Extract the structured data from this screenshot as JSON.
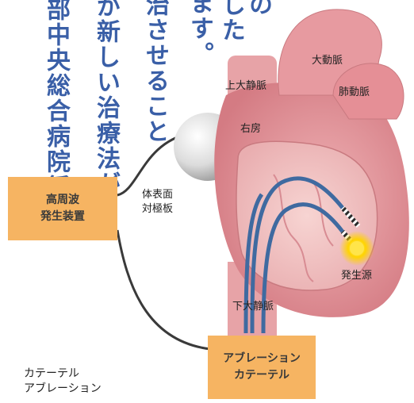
{
  "body_text_columns": [
    "部中央総合病院循",
    "が新しい治療法が",
    "治させること",
    "ます。",
    "した",
    "の"
  ],
  "labels": {
    "aorta": "大動脈",
    "pulmonary_artery": "肺動脈",
    "superior_vena_cava": "上大静脈",
    "right_atrium": "右房",
    "inferior_vena_cava": "下大静脈",
    "source": "発生源",
    "body_surface_plate_line1": "体表面",
    "body_surface_plate_line2": "対極板"
  },
  "boxes": {
    "generator_line1": "高周波",
    "generator_line2": "発生装置",
    "catheter_line1": "アブレーション",
    "catheter_line2": "カテーテル"
  },
  "caption": {
    "line1": "カテーテル",
    "line2": "アブレーション"
  },
  "colors": {
    "text_blue": "#3a5fa7",
    "box_orange": "#f6b462",
    "heart_pink": "#e79aa0",
    "catheter_blue": "#3f6aa0"
  }
}
